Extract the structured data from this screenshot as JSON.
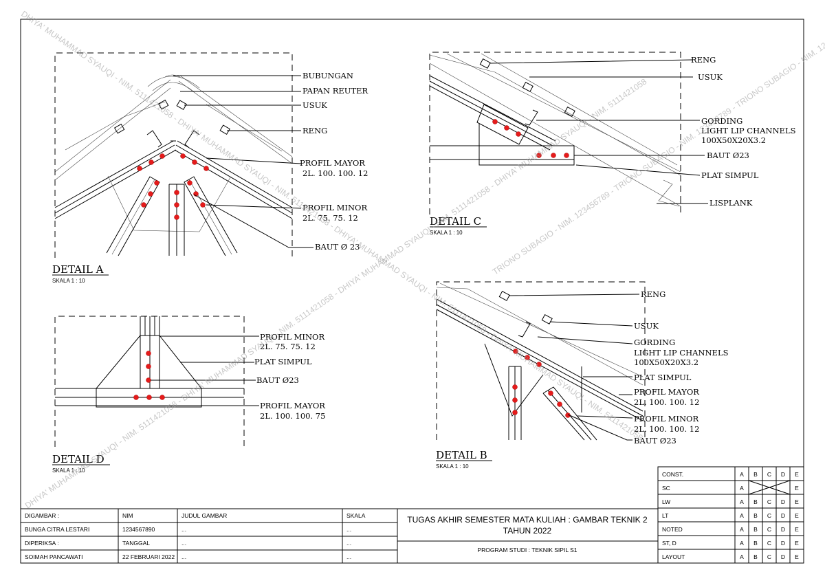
{
  "details": {
    "a": {
      "title": "DETAIL A",
      "scale": "SKALA 1 : 10",
      "bubungan": "BUBUNGAN",
      "papan": "PAPAN REUTER",
      "usuk": "USUK",
      "reng": "RENG",
      "mayor1": "PROFIL MAYOR",
      "mayor2": "2L. 100. 100. 12",
      "minor1": "PROFIL MINOR",
      "minor2": "2L. 75. 75. 12",
      "baut": "BAUT Ø 23"
    },
    "b": {
      "title": "DETAIL B",
      "scale": "SKALA 1 : 10",
      "reng": "RENG",
      "usuk": "USUK",
      "gording1": "GORDING",
      "gording2": "LIGHT LIP CHANNELS",
      "gording3": "100X50X20X3.2",
      "plat": "PLAT SIMPUL",
      "mayor1": "PROFIL MAYOR",
      "mayor2": "2L. 100. 100. 12",
      "minor1": "PROFIL MINOR",
      "minor2": "2L. 100. 100. 12",
      "baut": "BAUT Ø23"
    },
    "c": {
      "title": "DETAIL C",
      "scale": "SKALA 1 : 10",
      "reng": "RENG",
      "usuk": "USUK",
      "gording1": "GORDING",
      "gording2": "LIGHT LIP CHANNELS",
      "gording3": "100X50X20X3.2",
      "baut": "BAUT Ø23",
      "plat": "PLAT SIMPUL",
      "lisplank": "LISPLANK"
    },
    "d": {
      "title": "DETAIL D",
      "scale": "SKALA 1 : 10",
      "minor1": "PROFIL MINOR",
      "minor2": "2L. 75. 75. 12",
      "plat": "PLAT SIMPUL",
      "baut": "BAUT Ø23",
      "mayor1": "PROFIL MAYOR",
      "mayor2": "2L. 100. 100. 75"
    }
  },
  "watermark": {
    "w1": "DHIYA' MUHAMMAD SYAUQI - NIM. 5111421058 - DHIYA' MUHAMMAD SYAUQI - NIM. 5111421058 - DHIYA' MUHAMMAD SYAUQI - NIM. 5111421058 - DHIYA' MUHAMMAD SYAUQI - NIM. 5111421058",
    "w2": "DHIYA' MUHAMMAD SYAUQI - NIM. 5111421058 - DHIYA' MUHAMMAD SYAUQI - NIM. 5111421058 - DHIYA' MUHAMMAD SYAUQI - NIM. 5111421058 - DHIYA' MUHAMMAD SYAUQI - NIM. 5111421058",
    "w3": "TRIONO SUBAGIO - NIM. 123456789 - TRIONO SUBAGIO - NIM. 123456789 - TRIONO SUBAGIO - NIM. 123456789"
  },
  "titleblock": {
    "digambar": "DIGAMBAR :",
    "digambar_name": "BUNGA CITRA LESTARI",
    "diperiksa": "DIPERIKSA :",
    "diperiksa_name": "SOIMAH PANCAWATI",
    "nim": "NIM",
    "nim_value": "1234567890",
    "tanggal": "TANGGAL",
    "tanggal_value": "22 FEBRUARI 2022",
    "judul": "JUDUL GAMBAR",
    "judul_value": "...",
    "judul_value2": "...",
    "judul_value3": "...",
    "skala": "SKALA",
    "skala_value": "...",
    "skala_value2": "...",
    "skala_value3": "...",
    "tugas": "TUGAS AKHIR SEMESTER MATA KULIAH : GAMBAR TEKNIK 2",
    "tahun": "TAHUN 2022",
    "prodi": "PROGRAM STUDI : TEKNIK SIPIL S1"
  },
  "checklist": {
    "rows": [
      {
        "name": "CONST.",
        "cells": [
          "A",
          "B",
          "C",
          "D",
          "E"
        ]
      },
      {
        "name": "SC",
        "cells": [
          "A",
          "",
          "",
          "",
          "E"
        ]
      },
      {
        "name": "LW",
        "cells": [
          "A",
          "B",
          "C",
          "D",
          "E"
        ]
      },
      {
        "name": "LT",
        "cells": [
          "A",
          "B",
          "C",
          "D",
          "E"
        ]
      },
      {
        "name": "NOTED",
        "cells": [
          "A",
          "B",
          "C",
          "D",
          "E"
        ]
      },
      {
        "name": "ST, D",
        "cells": [
          "A",
          "B",
          "C",
          "D",
          "E"
        ]
      },
      {
        "name": "LAYOUT",
        "cells": [
          "A",
          "B",
          "C",
          "D",
          "E"
        ]
      }
    ]
  }
}
